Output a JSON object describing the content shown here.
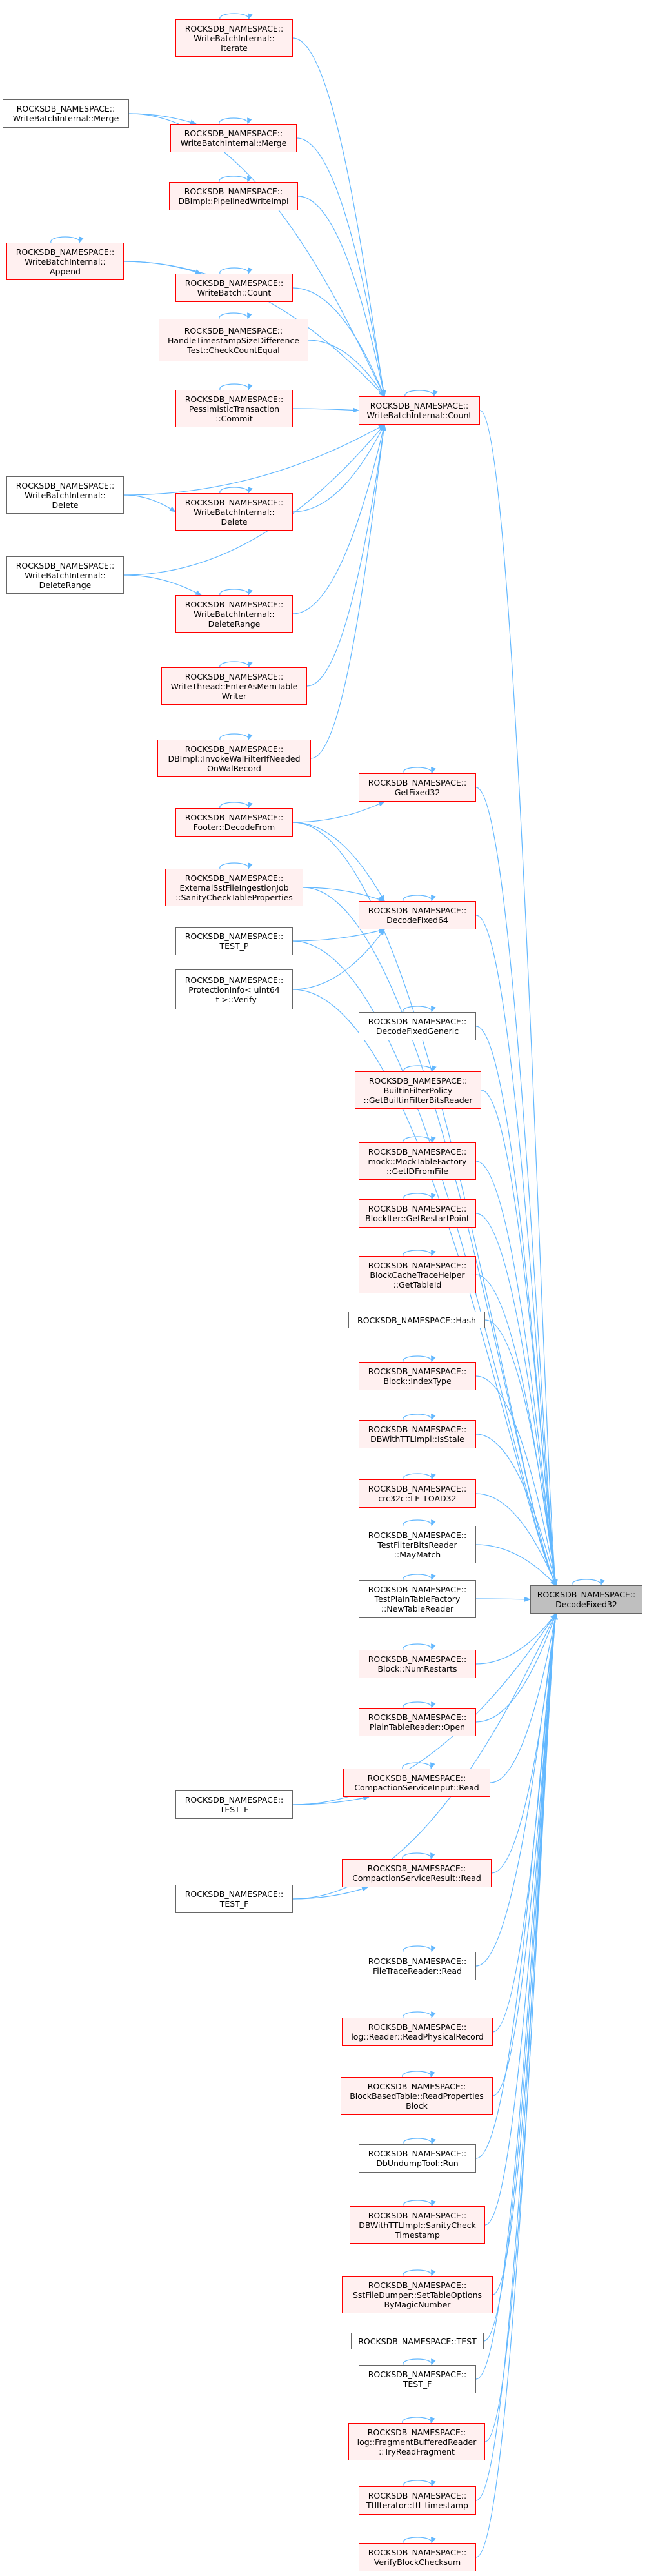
{
  "colors": {
    "edge": "#63b8ff",
    "red_border": "#ff0000",
    "red_fill": "#fff0f0",
    "plain_border": "#666666",
    "focus_fill": "#bfbfbf"
  },
  "nodes": {
    "decode_fixed32": {
      "lines": [
        "ROCKSDB_NAMESPACE::",
        "DecodeFixed32"
      ],
      "style": "focus"
    },
    "wbi_count": {
      "lines": [
        "ROCKSDB_NAMESPACE::",
        "WriteBatchInternal::Count"
      ],
      "style": "red"
    },
    "get_fixed32": {
      "lines": [
        "ROCKSDB_NAMESPACE::",
        "GetFixed32"
      ],
      "style": "red"
    },
    "decode_fixed64": {
      "lines": [
        "ROCKSDB_NAMESPACE::",
        "DecodeFixed64"
      ],
      "style": "red"
    },
    "wbi_iterate": {
      "lines": [
        "ROCKSDB_NAMESPACE::",
        "WriteBatchInternal::",
        "Iterate"
      ],
      "style": "red"
    },
    "wbi_merge_l": {
      "lines": [
        "ROCKSDB_NAMESPACE::",
        "WriteBatchInternal::Merge"
      ],
      "style": "plain"
    },
    "wbi_merge": {
      "lines": [
        "ROCKSDB_NAMESPACE::",
        "WriteBatchInternal::Merge"
      ],
      "style": "red"
    },
    "dbimpl_pipelined": {
      "lines": [
        "ROCKSDB_NAMESPACE::",
        "DBImpl::PipelinedWriteImpl"
      ],
      "style": "red"
    },
    "wbi_append": {
      "lines": [
        "ROCKSDB_NAMESPACE::",
        "WriteBatchInternal::",
        "Append"
      ],
      "style": "red"
    },
    "wb_count": {
      "lines": [
        "ROCKSDB_NAMESPACE::",
        "WriteBatch::Count"
      ],
      "style": "red"
    },
    "handle_ts": {
      "lines": [
        "ROCKSDB_NAMESPACE::",
        "HandleTimestampSizeDifference",
        "Test::CheckCountEqual"
      ],
      "style": "red"
    },
    "pess_commit": {
      "lines": [
        "ROCKSDB_NAMESPACE::",
        "PessimisticTransaction",
        "::Commit"
      ],
      "style": "red"
    },
    "wbi_delete_l": {
      "lines": [
        "ROCKSDB_NAMESPACE::",
        "WriteBatchInternal::",
        "Delete"
      ],
      "style": "plain"
    },
    "wbi_delete": {
      "lines": [
        "ROCKSDB_NAMESPACE::",
        "WriteBatchInternal::",
        "Delete"
      ],
      "style": "red"
    },
    "wbi_delrange_l": {
      "lines": [
        "ROCKSDB_NAMESPACE::",
        "WriteBatchInternal::",
        "DeleteRange"
      ],
      "style": "plain"
    },
    "wbi_delrange": {
      "lines": [
        "ROCKSDB_NAMESPACE::",
        "WriteBatchInternal::",
        "DeleteRange"
      ],
      "style": "red"
    },
    "wt_enter": {
      "lines": [
        "ROCKSDB_NAMESPACE::",
        "WriteThread::EnterAsMemTable",
        "Writer"
      ],
      "style": "red"
    },
    "dbimpl_invoke": {
      "lines": [
        "ROCKSDB_NAMESPACE::",
        "DBImpl::InvokeWalFilterIfNeeded",
        "OnWalRecord"
      ],
      "style": "red"
    },
    "footer_decode": {
      "lines": [
        "ROCKSDB_NAMESPACE::",
        "Footer::DecodeFrom"
      ],
      "style": "red"
    },
    "ext_sst": {
      "lines": [
        "ROCKSDB_NAMESPACE::",
        "ExternalSstFileIngestionJob",
        "::SanityCheckTableProperties"
      ],
      "style": "red"
    },
    "test_p": {
      "lines": [
        "ROCKSDB_NAMESPACE::",
        "TEST_P"
      ],
      "style": "plain"
    },
    "prot_info": {
      "lines": [
        "ROCKSDB_NAMESPACE::",
        "ProtectionInfo< uint64",
        "_t >::Verify"
      ],
      "style": "plain"
    },
    "decode_generic": {
      "lines": [
        "ROCKSDB_NAMESPACE::",
        "DecodeFixedGeneric"
      ],
      "style": "plain"
    },
    "builtin_filter": {
      "lines": [
        "ROCKSDB_NAMESPACE::",
        "BuiltinFilterPolicy",
        "::GetBuiltinFilterBitsReader"
      ],
      "style": "red"
    },
    "mock_table": {
      "lines": [
        "ROCKSDB_NAMESPACE::",
        "mock::MockTableFactory",
        "::GetIDFromFile"
      ],
      "style": "red"
    },
    "blockiter": {
      "lines": [
        "ROCKSDB_NAMESPACE::",
        "BlockIter::GetRestartPoint"
      ],
      "style": "red"
    },
    "bc_trace": {
      "lines": [
        "ROCKSDB_NAMESPACE::",
        "BlockCacheTraceHelper",
        "::GetTableId"
      ],
      "style": "red"
    },
    "hash": {
      "lines": [
        "ROCKSDB_NAMESPACE::Hash"
      ],
      "style": "plain"
    },
    "block_index": {
      "lines": [
        "ROCKSDB_NAMESPACE::",
        "Block::IndexType"
      ],
      "style": "red"
    },
    "dbttl": {
      "lines": [
        "ROCKSDB_NAMESPACE::",
        "DBWithTTLImpl::IsStale"
      ],
      "style": "red"
    },
    "crc32c": {
      "lines": [
        "ROCKSDB_NAMESPACE::",
        "crc32c::LE_LOAD32"
      ],
      "style": "red"
    },
    "test_filter": {
      "lines": [
        "ROCKSDB_NAMESPACE::",
        "TestFilterBitsReader",
        "::MayMatch"
      ],
      "style": "plain"
    },
    "test_plain": {
      "lines": [
        "ROCKSDB_NAMESPACE::",
        "TestPlainTableFactory",
        "::NewTableReader"
      ],
      "style": "plain"
    },
    "block_numrestarts": {
      "lines": [
        "ROCKSDB_NAMESPACE::",
        "Block::NumRestarts"
      ],
      "style": "red"
    },
    "plain_open": {
      "lines": [
        "ROCKSDB_NAMESPACE::",
        "PlainTableReader::Open"
      ],
      "style": "red"
    },
    "csi_read": {
      "lines": [
        "ROCKSDB_NAMESPACE::",
        "CompactionServiceInput::Read"
      ],
      "style": "red"
    },
    "test_f1": {
      "lines": [
        "ROCKSDB_NAMESPACE::",
        "TEST_F"
      ],
      "style": "plain"
    },
    "csr_read": {
      "lines": [
        "ROCKSDB_NAMESPACE::",
        "CompactionServiceResult::Read"
      ],
      "style": "red"
    },
    "test_f2": {
      "lines": [
        "ROCKSDB_NAMESPACE::",
        "TEST_F"
      ],
      "style": "plain"
    },
    "filetrace": {
      "lines": [
        "ROCKSDB_NAMESPACE::",
        "FileTraceReader::Read"
      ],
      "style": "plain"
    },
    "log_reader": {
      "lines": [
        "ROCKSDB_NAMESPACE::",
        "log::Reader::ReadPhysicalRecord"
      ],
      "style": "red"
    },
    "bbt_read": {
      "lines": [
        "ROCKSDB_NAMESPACE::",
        "BlockBasedTable::ReadProperties",
        "Block"
      ],
      "style": "red"
    },
    "dbundump": {
      "lines": [
        "ROCKSDB_NAMESPACE::",
        "DbUndumpTool::Run"
      ],
      "style": "plain"
    },
    "dbttl_sanity": {
      "lines": [
        "ROCKSDB_NAMESPACE::",
        "DBWithTTLImpl::SanityCheck",
        "Timestamp"
      ],
      "style": "red"
    },
    "sst_dumper": {
      "lines": [
        "ROCKSDB_NAMESPACE::",
        "SstFileDumper::SetTableOptions",
        "ByMagicNumber"
      ],
      "style": "red"
    },
    "test": {
      "lines": [
        "ROCKSDB_NAMESPACE::TEST"
      ],
      "style": "plain"
    },
    "test_f3": {
      "lines": [
        "ROCKSDB_NAMESPACE::",
        "TEST_F"
      ],
      "style": "plain"
    },
    "frag_reader": {
      "lines": [
        "ROCKSDB_NAMESPACE::",
        "log::FragmentBufferedReader",
        "::TryReadFragment"
      ],
      "style": "red"
    },
    "ttl_iter": {
      "lines": [
        "ROCKSDB_NAMESPACE::",
        "TtlIterator::ttl_timestamp"
      ],
      "style": "red"
    },
    "verify_block": {
      "lines": [
        "ROCKSDB_NAMESPACE::",
        "VerifyBlockChecksum"
      ],
      "style": "red"
    }
  },
  "edges": [
    [
      "wbi_count",
      "decode_fixed32"
    ],
    [
      "get_fixed32",
      "decode_fixed32"
    ],
    [
      "decode_fixed64",
      "decode_fixed32"
    ],
    [
      "wbi_iterate",
      "wbi_count"
    ],
    [
      "wbi_merge_l",
      "wbi_count"
    ],
    [
      "wbi_merge_l",
      "wbi_merge"
    ],
    [
      "wbi_merge",
      "wbi_count"
    ],
    [
      "dbimpl_pipelined",
      "wbi_count"
    ],
    [
      "wbi_append",
      "wbi_count"
    ],
    [
      "wbi_append",
      "wb_count"
    ],
    [
      "wb_count",
      "wbi_count"
    ],
    [
      "handle_ts",
      "wbi_count"
    ],
    [
      "pess_commit",
      "wbi_count"
    ],
    [
      "wbi_delete_l",
      "wbi_count"
    ],
    [
      "wbi_delete_l",
      "wbi_delete"
    ],
    [
      "wbi_delete",
      "wbi_count"
    ],
    [
      "wbi_delrange_l",
      "wbi_count"
    ],
    [
      "wbi_delrange_l",
      "wbi_delrange"
    ],
    [
      "wbi_delrange",
      "wbi_count"
    ],
    [
      "wt_enter",
      "wbi_count"
    ],
    [
      "dbimpl_invoke",
      "wbi_count"
    ],
    [
      "footer_decode",
      "get_fixed32"
    ],
    [
      "footer_decode",
      "decode_fixed64"
    ],
    [
      "footer_decode",
      "decode_fixed32"
    ],
    [
      "ext_sst",
      "decode_fixed64"
    ],
    [
      "ext_sst",
      "decode_fixed32"
    ],
    [
      "test_p",
      "decode_fixed64"
    ],
    [
      "test_p",
      "decode_fixed32"
    ],
    [
      "prot_info",
      "decode_fixed64"
    ],
    [
      "prot_info",
      "decode_fixed32"
    ],
    [
      "decode_generic",
      "decode_fixed32"
    ],
    [
      "builtin_filter",
      "decode_fixed32"
    ],
    [
      "mock_table",
      "decode_fixed32"
    ],
    [
      "blockiter",
      "decode_fixed32"
    ],
    [
      "bc_trace",
      "decode_fixed32"
    ],
    [
      "hash",
      "decode_fixed32"
    ],
    [
      "block_index",
      "decode_fixed32"
    ],
    [
      "dbttl",
      "decode_fixed32"
    ],
    [
      "crc32c",
      "decode_fixed32"
    ],
    [
      "test_filter",
      "decode_fixed32"
    ],
    [
      "test_plain",
      "decode_fixed32"
    ],
    [
      "block_numrestarts",
      "decode_fixed32"
    ],
    [
      "plain_open",
      "decode_fixed32"
    ],
    [
      "csi_read",
      "decode_fixed32"
    ],
    [
      "test_f1",
      "csi_read"
    ],
    [
      "test_f1",
      "decode_fixed32"
    ],
    [
      "csr_read",
      "decode_fixed32"
    ],
    [
      "test_f2",
      "csr_read"
    ],
    [
      "test_f2",
      "decode_fixed32"
    ],
    [
      "filetrace",
      "decode_fixed32"
    ],
    [
      "log_reader",
      "decode_fixed32"
    ],
    [
      "bbt_read",
      "decode_fixed32"
    ],
    [
      "dbundump",
      "decode_fixed32"
    ],
    [
      "dbttl_sanity",
      "decode_fixed32"
    ],
    [
      "sst_dumper",
      "decode_fixed32"
    ],
    [
      "test",
      "decode_fixed32"
    ],
    [
      "test_f3",
      "decode_fixed32"
    ],
    [
      "frag_reader",
      "decode_fixed32"
    ],
    [
      "ttl_iter",
      "decode_fixed32"
    ],
    [
      "verify_block",
      "decode_fixed32"
    ]
  ],
  "self_loops": [
    "decode_fixed32",
    "wbi_count",
    "get_fixed32",
    "decode_fixed64",
    "wbi_iterate",
    "wbi_merge",
    "dbimpl_pipelined",
    "wbi_append",
    "wb_count",
    "handle_ts",
    "pess_commit",
    "wbi_delete",
    "wbi_delrange",
    "wt_enter",
    "dbimpl_invoke",
    "footer_decode",
    "ext_sst",
    "builtin_filter",
    "mock_table",
    "blockiter",
    "bc_trace",
    "block_index",
    "dbttl",
    "crc32c",
    "block_numrestarts",
    "plain_open",
    "csi_read",
    "csr_read",
    "filetrace",
    "log_reader",
    "bbt_read",
    "dbundump",
    "dbttl_sanity",
    "sst_dumper",
    "test_filter",
    "test_plain",
    "test_f3",
    "frag_reader",
    "ttl_iter",
    "verify_block",
    "decode_generic"
  ]
}
